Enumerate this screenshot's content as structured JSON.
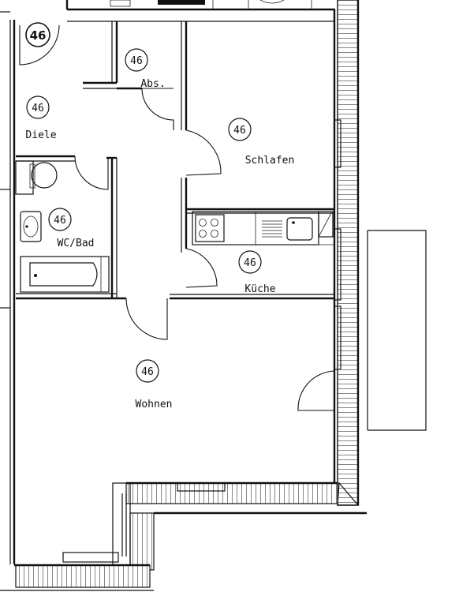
{
  "rooms": {
    "top_left": {
      "number": "46"
    },
    "abs": {
      "number": "46",
      "name": "Abs."
    },
    "diele": {
      "number": "46",
      "name": "Diele"
    },
    "schlafen": {
      "number": "46",
      "name": "Schlafen"
    },
    "wc_bad": {
      "number": "46",
      "name": "WC/Bad"
    },
    "kueche": {
      "number": "46",
      "name": "Küche"
    },
    "wohnen": {
      "number": "46",
      "name": "Wohnen"
    }
  }
}
